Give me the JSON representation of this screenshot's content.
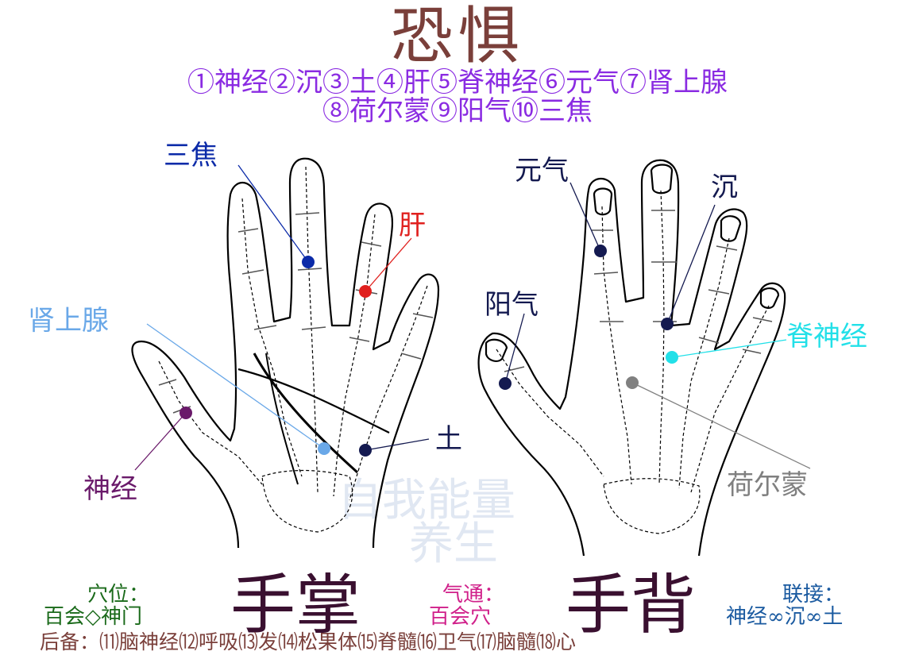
{
  "title": "恐惧",
  "points_line1": "①神经②沉③土④肝⑤脊神经⑥元气⑦肾上腺",
  "points_line2": "⑧荷尔蒙⑨阳气⑩三焦",
  "labels": {
    "sanjiao": "三焦",
    "gan": "肝",
    "shenshangxian": "肾上腺",
    "tu": "土",
    "shenjing": "神经",
    "yuanqi": "元气",
    "chen": "沉",
    "yangqi": "阳气",
    "jishenjing": "脊神经",
    "heermeng": "荷尔蒙"
  },
  "captions": {
    "palm": "手掌",
    "back": "手背"
  },
  "acupoint": {
    "label": "穴位：",
    "value": "百会◇神门"
  },
  "qitong": {
    "label": "气通：",
    "value": "百会穴"
  },
  "lianjie": {
    "label": "联接：",
    "value": "神经∞沉∞土"
  },
  "backup": "后备：⑾脑神经⑿呼吸⒀发⒁松果体⒂脊髓⒃卫气⒄脑髓⒅心",
  "watermark": {
    "line1": "自我能量",
    "line2": "养生"
  },
  "colors": {
    "title": "#7a3f3a",
    "points": "#8a2be2",
    "sanjiao": "#0b2aa8",
    "gan": "#e0201e",
    "shenshangxian": "#6aa8e8",
    "tu": "#141a50",
    "shenjing": "#6a1a6a",
    "yuanqi": "#141a50",
    "chen": "#141a50",
    "yangqi": "#141a50",
    "jishenjing": "#22e0e8",
    "heermeng": "#808080",
    "acupoint": "#1a6a1a",
    "qitong": "#d0208a",
    "lianjie": "#1a5aa0"
  }
}
